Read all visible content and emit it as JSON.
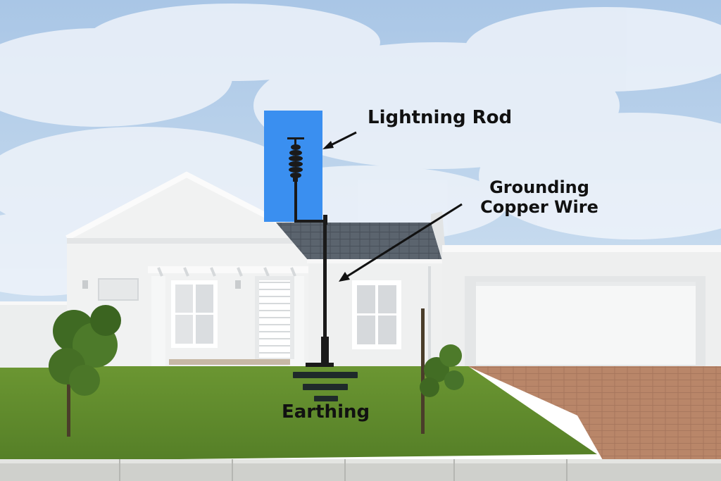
{
  "labels": {
    "lightning_rod": "Lightning Rod",
    "grounding_wire_line1": "Grounding",
    "grounding_wire_line2": "Copper Wire",
    "earthing": "Earthing"
  },
  "colors": {
    "sky": "#b9d2ec",
    "cloud": "#eef3fa",
    "wall": "#f3f4f4",
    "wall_shadow": "#dfe2e4",
    "roof_tiles": "#5d6670",
    "rod_panel": "#3a8ff0",
    "conductor": "#1a1a1a",
    "lawn": "#5e8a2c",
    "driveway": "#b9876a",
    "curb": "#d3d4d2",
    "label_text": "#111111"
  }
}
